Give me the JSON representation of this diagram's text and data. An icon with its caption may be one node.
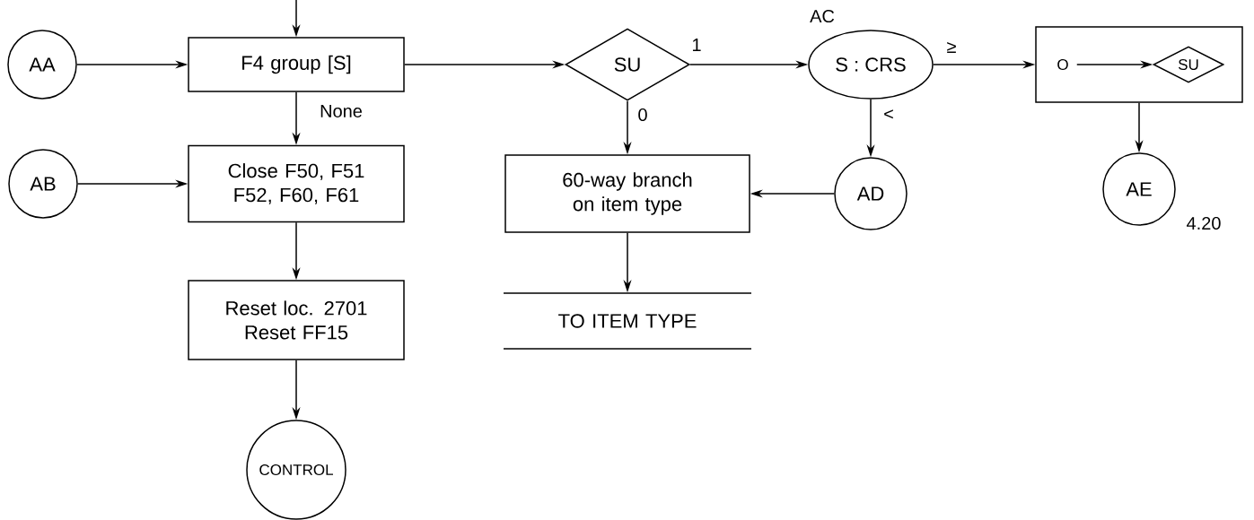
{
  "diagram": {
    "nodes": [
      {
        "text": [
          "AA"
        ]
      },
      {
        "text": [
          "F4 group [S]"
        ]
      },
      {
        "text": [
          "SU"
        ]
      },
      {
        "text": [
          "S : CRS"
        ],
        "beside": [
          "AC"
        ]
      },
      {
        "text": [],
        "shape": "box"
      },
      {
        "text": [
          "O"
        ],
        "in": 4
      },
      {
        "text": [
          "SU"
        ],
        "in": 4
      },
      {
        "text": [
          "AB"
        ]
      },
      {
        "text": [
          "Close F50, F51 F52, F60, F61"
        ]
      },
      {
        "text": [
          "60-way branch on item type"
        ]
      },
      {
        "text": [
          "AD"
        ]
      },
      {
        "text": [
          "AE"
        ],
        "beside": [
          "4.20"
        ]
      },
      {
        "text": [
          "Reset loc. 2701 Reset FF15"
        ]
      },
      {
        "text": [
          "TO ITEM TYPE"
        ]
      },
      {
        "text": [
          "CONTROL"
        ]
      }
    ],
    "edges": [
      {
        "from": null,
        "to": 1,
        "arrow": "to"
      },
      {
        "from": 0,
        "to": 1,
        "arrow": "to"
      },
      {
        "from": 1,
        "to": 2,
        "arrow": "to"
      },
      {
        "from": 2,
        "to": 3,
        "arrow": "to",
        "label": "1"
      },
      {
        "from": 3,
        "to": 4,
        "arrow": "to",
        "label": "≥"
      },
      {
        "from": 5,
        "to": 6,
        "arrow": "to"
      },
      {
        "from": 1,
        "to": 8,
        "arrow": "to",
        "label": "None"
      },
      {
        "from": 7,
        "to": 8,
        "arrow": "to"
      },
      {
        "from": 2,
        "to": 9,
        "arrow": "to",
        "label": "0"
      },
      {
        "from": 3,
        "to": 10,
        "arrow": "to",
        "label": "<"
      },
      {
        "from": 10,
        "to": 9,
        "arrow": "to"
      },
      {
        "from": 4,
        "to": 11,
        "arrow": "to"
      },
      {
        "from": 8,
        "to": 12,
        "arrow": "to"
      },
      {
        "from": 9,
        "to": 13,
        "arrow": "to"
      },
      {
        "from": 12,
        "to": 14,
        "arrow": "to"
      }
    ]
  }
}
